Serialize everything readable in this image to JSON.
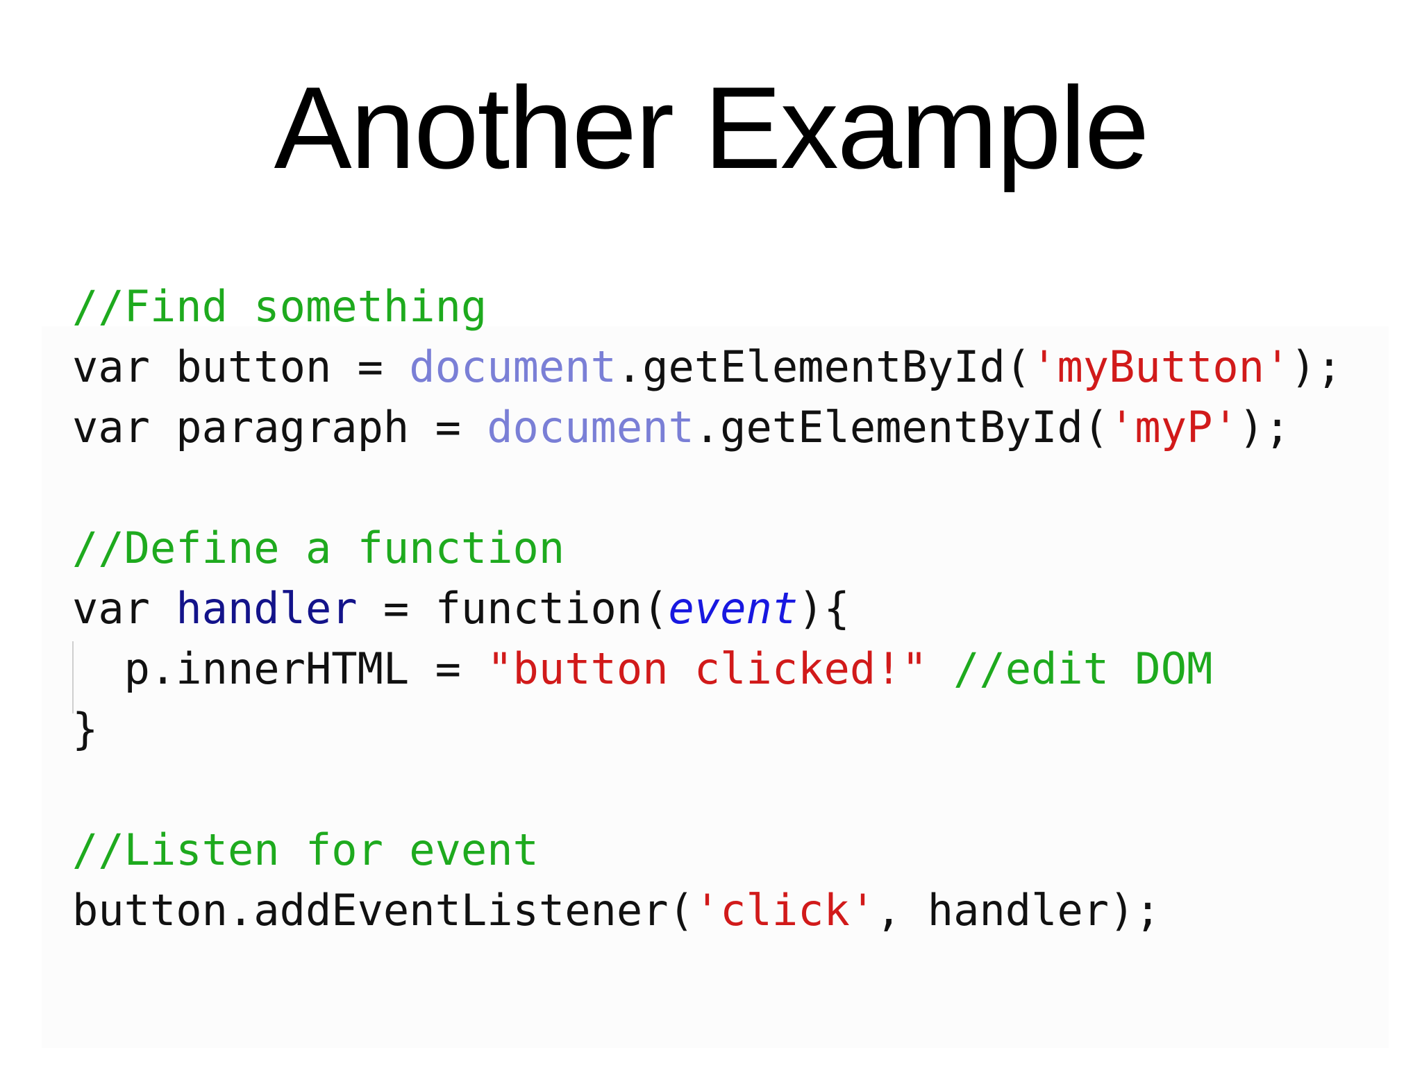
{
  "slide": {
    "title": "Another Example"
  },
  "code": {
    "comment_find": "//Find something",
    "line_button": {
      "prefix": "var button = ",
      "object": "document",
      "method": ".getElementById(",
      "string": "'myButton'",
      "suffix": ");"
    },
    "line_paragraph": {
      "prefix": "var paragraph = ",
      "object": "document",
      "method": ".getElementById(",
      "string": "'myP'",
      "suffix": ");"
    },
    "comment_define": "//Define a function",
    "line_handler": {
      "keyword": "var ",
      "name": "handler",
      "mid": " = function(",
      "param": "event",
      "suffix": "){"
    },
    "line_inner": {
      "prefix": "  p.innerHTML = ",
      "string": "\"button clicked!\"",
      "space": " ",
      "comment": "//edit DOM"
    },
    "line_close": "}",
    "comment_listen": "//Listen for event",
    "line_listener": {
      "prefix": "button.addEventListener(",
      "string": "'click'",
      "suffix": ", handler);"
    }
  }
}
